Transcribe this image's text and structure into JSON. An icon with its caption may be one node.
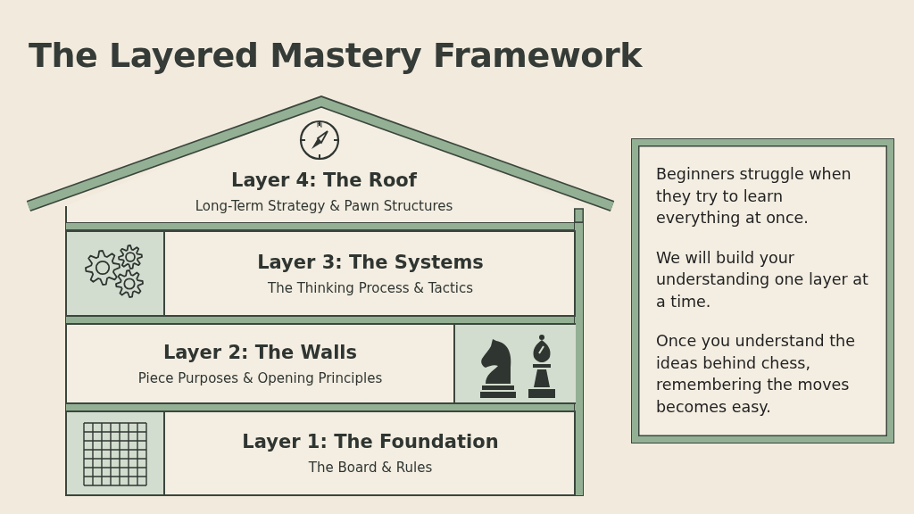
{
  "diagram": {
    "title": "The Layered Mastery Framework",
    "nodes": [
      {
        "text": [
          "Layer 4: The Roof",
          "Long-Term Strategy & Pawn Structures"
        ]
      },
      {
        "text": [
          "Layer 3: The Systems",
          "The Thinking Process & Tactics"
        ]
      },
      {
        "text": [
          "Layer 2: The Walls",
          "Piece Purposes & Opening Principles"
        ]
      },
      {
        "text": [
          "Layer 1: The Foundation",
          "The Board & Rules"
        ]
      },
      {
        "text": [
          "Beginners struggle when they try to learn everything at once.",
          "We will build your understanding one layer at a time.",
          "Once you understand the ideas behind chess, remembering the moves becomes easy."
        ]
      }
    ],
    "edges": []
  }
}
